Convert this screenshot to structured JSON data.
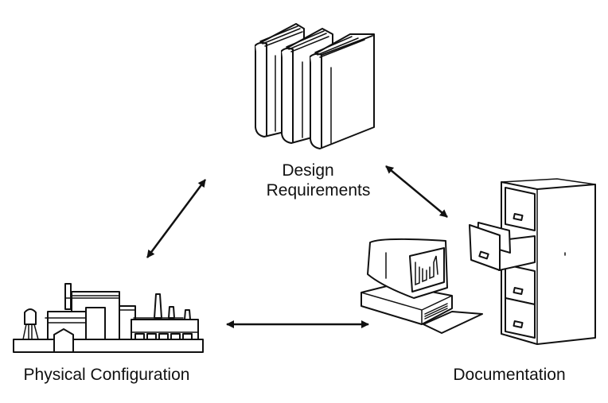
{
  "diagram": {
    "type": "cycle",
    "nodes": [
      {
        "id": "design",
        "label_lines": [
          "Design",
          "Requirements"
        ],
        "icon": "books-icon"
      },
      {
        "id": "physical",
        "label_lines": [
          "Physical Configuration"
        ],
        "icon": "factory-icon"
      },
      {
        "id": "documentation",
        "label_lines": [
          "Documentation"
        ],
        "icon": "computer-and-filing-cabinet-icon"
      }
    ],
    "edges": [
      {
        "from": "physical",
        "to": "design",
        "direction": "bidirectional"
      },
      {
        "from": "design",
        "to": "documentation",
        "direction": "bidirectional"
      },
      {
        "from": "physical",
        "to": "documentation",
        "direction": "bidirectional"
      }
    ]
  },
  "labels": {
    "design_line1": "Design",
    "design_line2": "Requirements",
    "physical": "Physical Configuration",
    "documentation": "Documentation"
  },
  "colors": {
    "ink": "#111111",
    "background": "#ffffff"
  }
}
